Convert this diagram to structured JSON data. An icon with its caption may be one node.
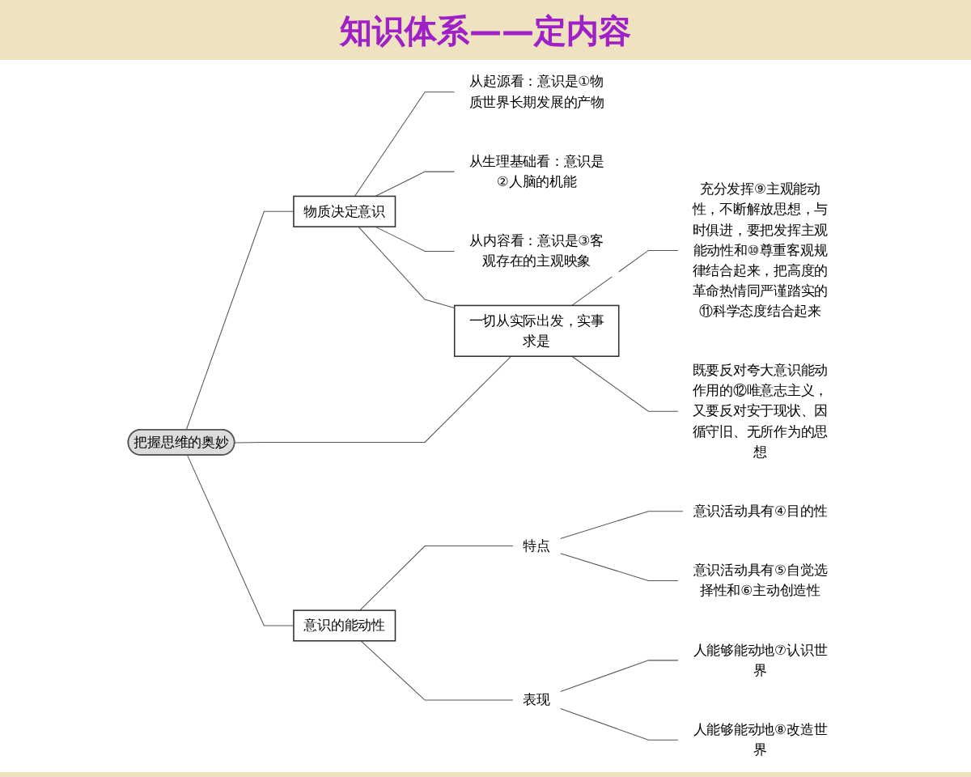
{
  "diagram": {
    "title": "知识体系——定内容",
    "nodes": [
      {
        "text": [
          "把握思维的奥妙"
        ]
      },
      {
        "text": [
          "物质决定意识"
        ]
      },
      {
        "text": [
          "从起源看：意识是①物质世界长期发展的产物"
        ]
      },
      {
        "text": [
          "从生理基础看：意识是②人脑的机能"
        ]
      },
      {
        "text": [
          "从内容看：意识是③客观存在的主观映象"
        ]
      },
      {
        "text": [
          "意识的能动性"
        ]
      },
      {
        "text": [
          "特点"
        ]
      },
      {
        "text": [
          "意识活动具有④目的性"
        ]
      },
      {
        "text": [
          "意识活动具有⑤自觉选择性和⑥主动创造性"
        ]
      },
      {
        "text": [
          "表现"
        ]
      },
      {
        "text": [
          "人能够能动地⑦认识世界"
        ]
      },
      {
        "text": [
          "人能够能动地⑧改造世界"
        ]
      },
      {
        "text": [
          "一切从实际出发，实事求是"
        ]
      },
      {
        "text": [
          "充分发挥⑨主观能动性，不断解放思想，与时俱进，要把发挥主观能动性和⑩尊重客观规律结合起来，把高度的革命热情同严谨踏实的⑪科学态度结合起来"
        ]
      },
      {
        "text": [
          "既要反对夸大意识能动作用的⑫唯意志主义，又要反对安于现状、因循守旧、无所作为的思想"
        ]
      }
    ],
    "edges": [
      {
        "from": 0,
        "to": 1,
        "arrow": "none"
      },
      {
        "from": 0,
        "to": 5,
        "arrow": "none"
      },
      {
        "from": 0,
        "to": 12,
        "arrow": "none"
      },
      {
        "from": 1,
        "to": 12,
        "arrow": "none"
      },
      {
        "from": 1,
        "to": 2,
        "arrow": "none"
      },
      {
        "from": 1,
        "to": 3,
        "arrow": "none"
      },
      {
        "from": 1,
        "to": 4,
        "arrow": "none"
      },
      {
        "from": 5,
        "to": 6,
        "arrow": "none"
      },
      {
        "from": 5,
        "to": 9,
        "arrow": "none"
      },
      {
        "from": 6,
        "to": 7,
        "arrow": "none"
      },
      {
        "from": 6,
        "to": 8,
        "arrow": "none"
      },
      {
        "from": 9,
        "to": 10,
        "arrow": "none"
      },
      {
        "from": 9,
        "to": 11,
        "arrow": "none"
      },
      {
        "from": 12,
        "to": 13,
        "arrow": "none"
      },
      {
        "from": 12,
        "to": 14,
        "arrow": "none"
      }
    ]
  }
}
